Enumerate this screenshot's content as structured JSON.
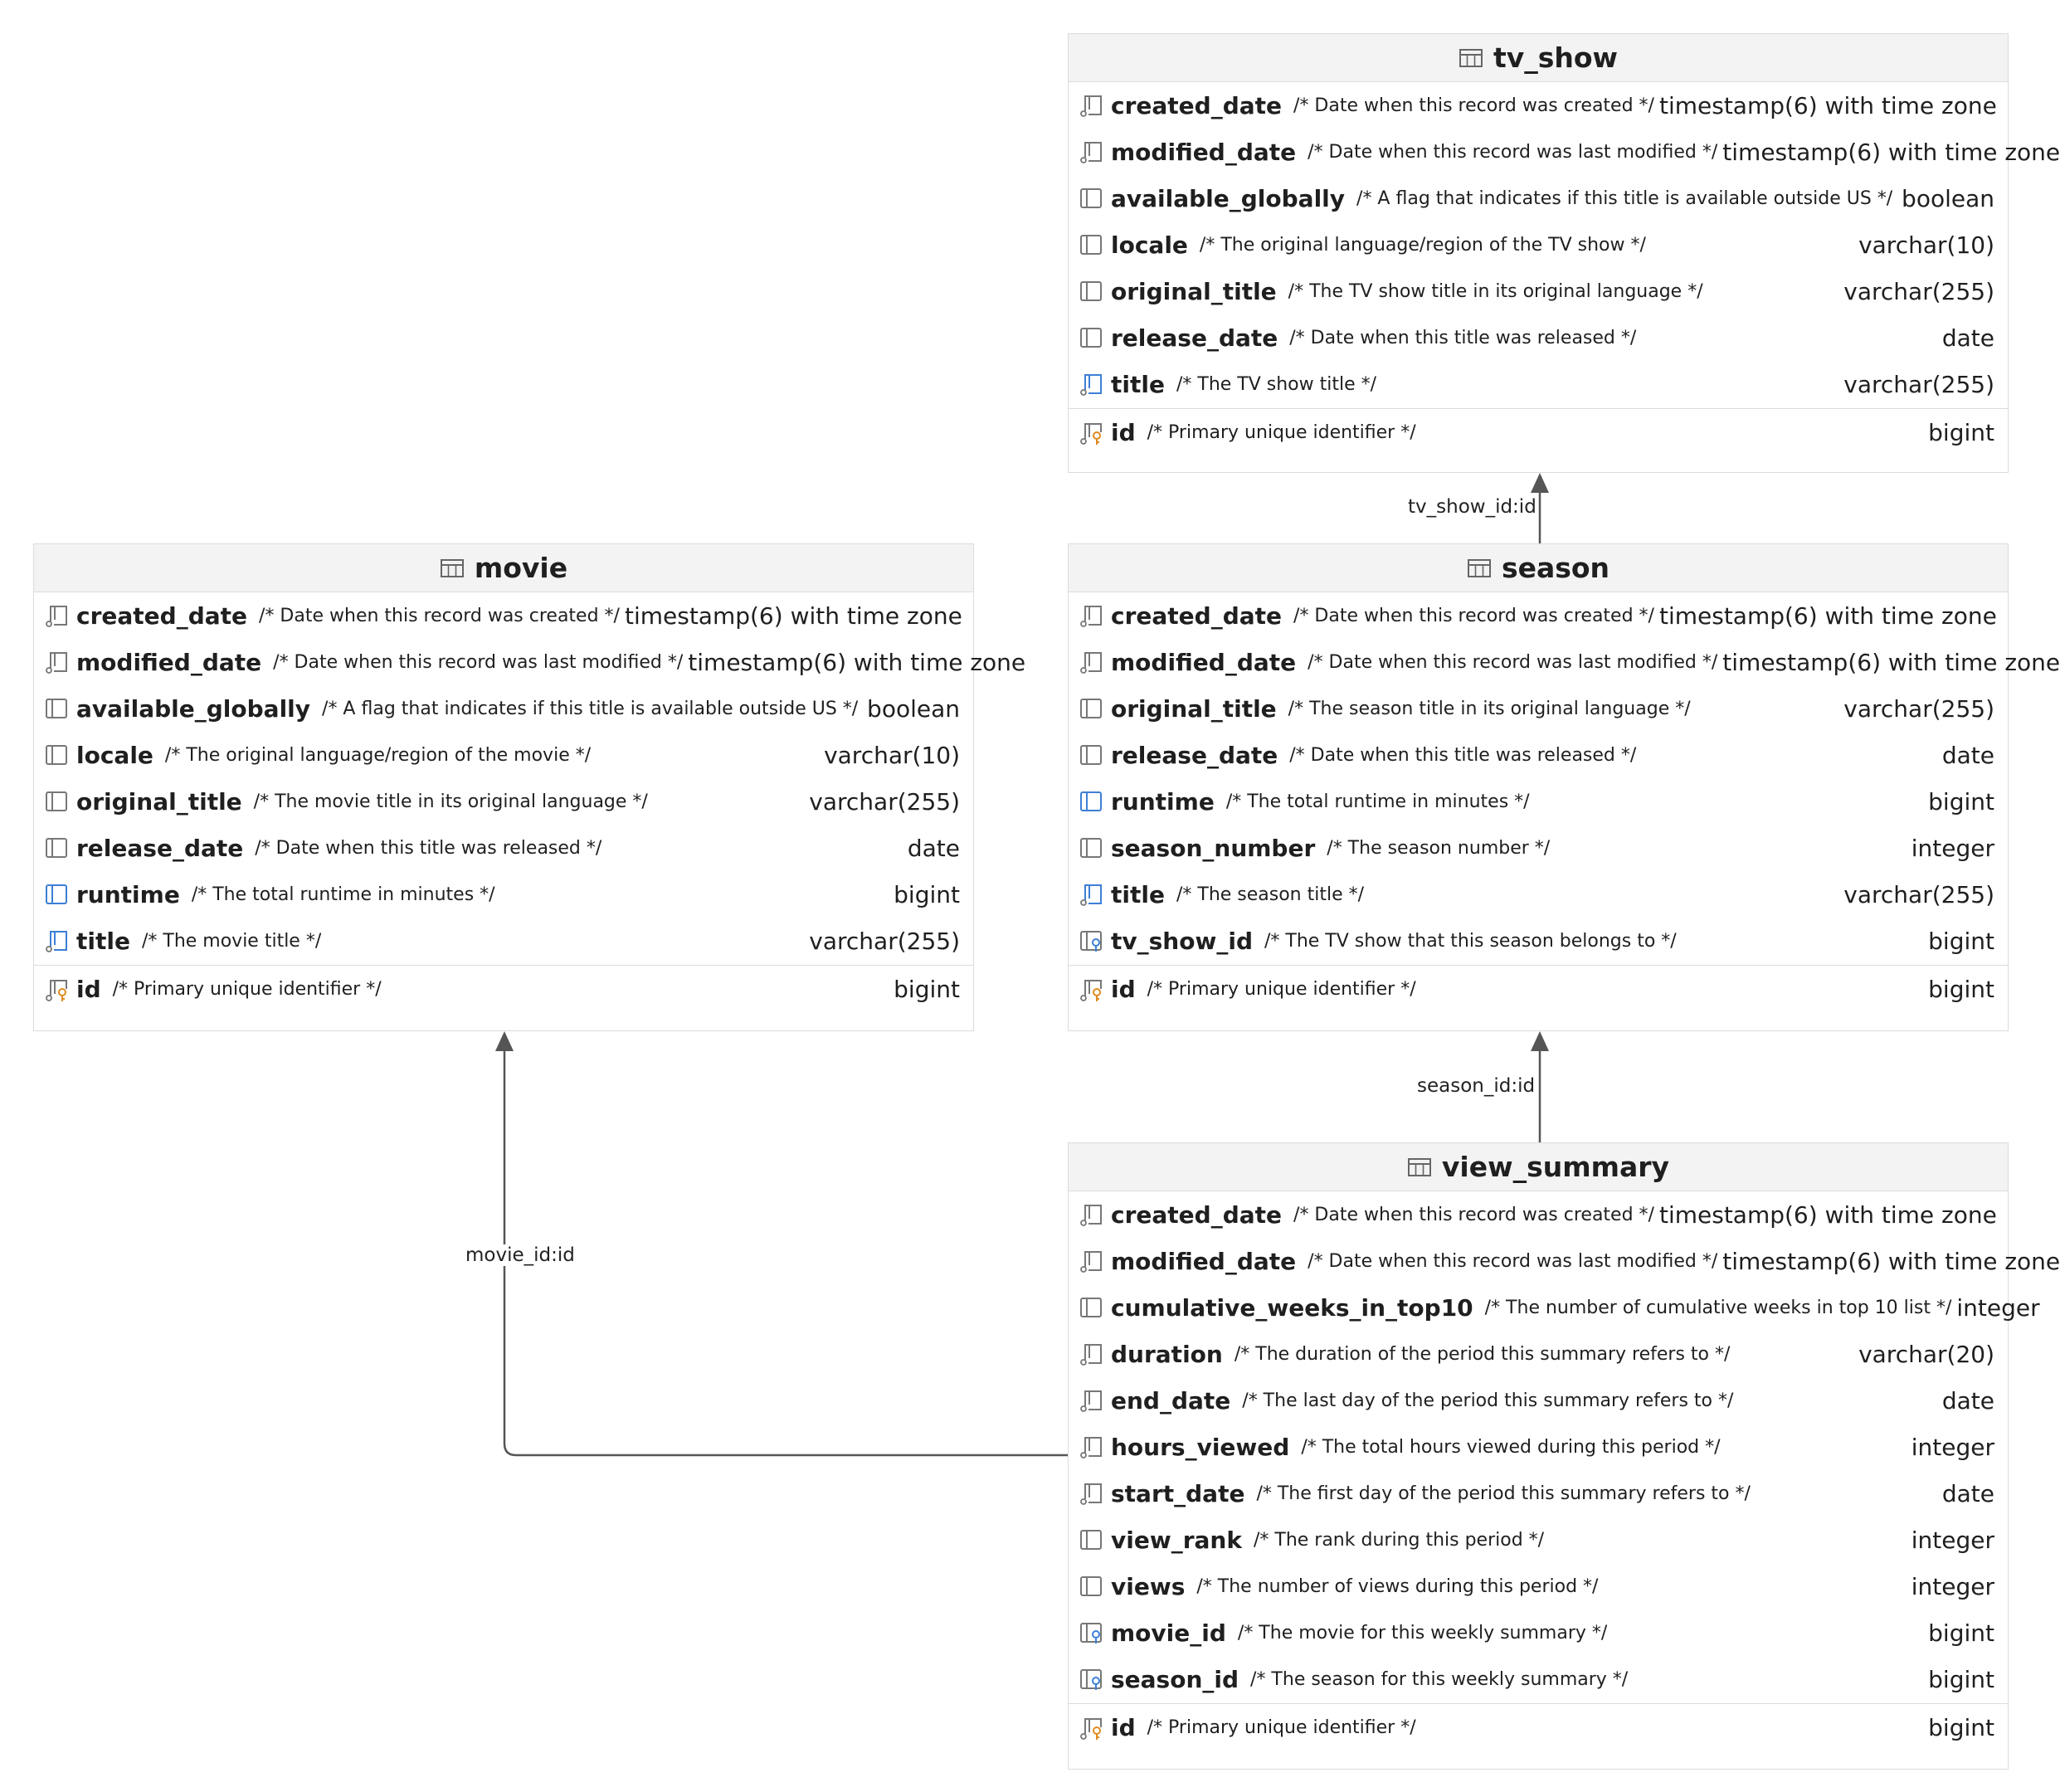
{
  "colors": {
    "edge": "#555555",
    "icon_gray": "#7a7a7a",
    "icon_blue": "#3d7fd6",
    "icon_orange": "#e08a1e"
  },
  "relations": [
    {
      "label": "tv_show_id:id"
    },
    {
      "label": "season_id:id"
    },
    {
      "label": "movie_id:id"
    }
  ],
  "tables": [
    {
      "name": "tv_show",
      "columns": [
        {
          "name": "created_date",
          "comment": "/* Date when this record was created */",
          "type": "timestamp(6) with time zone",
          "icon": "column-nullable-icon"
        },
        {
          "name": "modified_date",
          "comment": "/* Date when this record was last modified */",
          "type": "timestamp(6) with time zone",
          "icon": "column-nullable-icon"
        },
        {
          "name": "available_globally",
          "comment": "/* A flag that indicates if this title is available outside US */",
          "type": "boolean",
          "icon": "column-icon"
        },
        {
          "name": "locale",
          "comment": "/* The original language/region of the TV show */",
          "type": "varchar(10)",
          "icon": "column-icon"
        },
        {
          "name": "original_title",
          "comment": "/* The TV show title in its original language */",
          "type": "varchar(255)",
          "icon": "column-icon"
        },
        {
          "name": "release_date",
          "comment": "/* Date when this title was released */",
          "type": "date",
          "icon": "column-icon"
        },
        {
          "name": "title",
          "comment": "/* The TV show title */",
          "type": "varchar(255)",
          "icon": "column-indexed-icon"
        },
        {
          "name": "id",
          "comment": "/* Primary unique identifier */",
          "type": "bigint",
          "icon": "primary-key-icon",
          "separator": true
        }
      ]
    },
    {
      "name": "movie",
      "columns": [
        {
          "name": "created_date",
          "comment": "/* Date when this record was created */",
          "type": "timestamp(6) with time zone",
          "icon": "column-nullable-icon"
        },
        {
          "name": "modified_date",
          "comment": "/* Date when this record was last modified */",
          "type": "timestamp(6) with time zone",
          "icon": "column-nullable-icon"
        },
        {
          "name": "available_globally",
          "comment": "/* A flag that indicates if this title is available outside US */",
          "type": "boolean",
          "icon": "column-icon"
        },
        {
          "name": "locale",
          "comment": "/* The original language/region of the movie */",
          "type": "varchar(10)",
          "icon": "column-icon"
        },
        {
          "name": "original_title",
          "comment": "/* The movie title in its original language */",
          "type": "varchar(255)",
          "icon": "column-icon"
        },
        {
          "name": "release_date",
          "comment": "/* Date when this title was released */",
          "type": "date",
          "icon": "column-icon"
        },
        {
          "name": "runtime",
          "comment": "/* The total runtime in minutes */",
          "type": "bigint",
          "icon": "column-blue-icon"
        },
        {
          "name": "title",
          "comment": "/* The movie title */",
          "type": "varchar(255)",
          "icon": "column-indexed-icon"
        },
        {
          "name": "id",
          "comment": "/* Primary unique identifier */",
          "type": "bigint",
          "icon": "primary-key-icon",
          "separator": true
        }
      ]
    },
    {
      "name": "season",
      "columns": [
        {
          "name": "created_date",
          "comment": "/* Date when this record was created */",
          "type": "timestamp(6) with time zone",
          "icon": "column-nullable-icon"
        },
        {
          "name": "modified_date",
          "comment": "/* Date when this record was last modified */",
          "type": "timestamp(6) with time zone",
          "icon": "column-nullable-icon"
        },
        {
          "name": "original_title",
          "comment": "/* The season title in its original language */",
          "type": "varchar(255)",
          "icon": "column-icon"
        },
        {
          "name": "release_date",
          "comment": "/* Date when this title was released */",
          "type": "date",
          "icon": "column-icon"
        },
        {
          "name": "runtime",
          "comment": "/* The total runtime in minutes */",
          "type": "bigint",
          "icon": "column-blue-icon"
        },
        {
          "name": "season_number",
          "comment": "/* The season number */",
          "type": "integer",
          "icon": "column-icon"
        },
        {
          "name": "title",
          "comment": "/* The season title */",
          "type": "varchar(255)",
          "icon": "column-indexed-icon"
        },
        {
          "name": "tv_show_id",
          "comment": "/* The TV show that this season belongs to */",
          "type": "bigint",
          "icon": "foreign-key-icon"
        },
        {
          "name": "id",
          "comment": "/* Primary unique identifier */",
          "type": "bigint",
          "icon": "primary-key-icon",
          "separator": true
        }
      ]
    },
    {
      "name": "view_summary",
      "columns": [
        {
          "name": "created_date",
          "comment": "/* Date when this record was created */",
          "type": "timestamp(6) with time zone",
          "icon": "column-nullable-icon"
        },
        {
          "name": "modified_date",
          "comment": "/* Date when this record was last modified */",
          "type": "timestamp(6) with time zone",
          "icon": "column-nullable-icon"
        },
        {
          "name": "cumulative_weeks_in_top10",
          "comment": "/* The number of cumulative weeks in top 10 list */",
          "type": "integer",
          "icon": "column-icon"
        },
        {
          "name": "duration",
          "comment": "/* The duration of the period this summary refers to */",
          "type": "varchar(20)",
          "icon": "column-nullable-icon"
        },
        {
          "name": "end_date",
          "comment": "/* The last day of the period this summary refers to */",
          "type": "date",
          "icon": "column-nullable-icon"
        },
        {
          "name": "hours_viewed",
          "comment": "/* The total hours viewed during this period */",
          "type": "integer",
          "icon": "column-nullable-icon"
        },
        {
          "name": "start_date",
          "comment": "/* The first day of the period this summary refers to */",
          "type": "date",
          "icon": "column-nullable-icon"
        },
        {
          "name": "view_rank",
          "comment": "/* The rank during this period */",
          "type": "integer",
          "icon": "column-icon"
        },
        {
          "name": "views",
          "comment": "/* The number of views during this period */",
          "type": "integer",
          "icon": "column-icon"
        },
        {
          "name": "movie_id",
          "comment": "/* The movie for this weekly summary */",
          "type": "bigint",
          "icon": "foreign-key-icon"
        },
        {
          "name": "season_id",
          "comment": "/* The season for this weekly summary */",
          "type": "bigint",
          "icon": "foreign-key-icon"
        },
        {
          "name": "id",
          "comment": "/* Primary unique identifier */",
          "type": "bigint",
          "icon": "primary-key-icon",
          "separator": true
        }
      ]
    }
  ]
}
